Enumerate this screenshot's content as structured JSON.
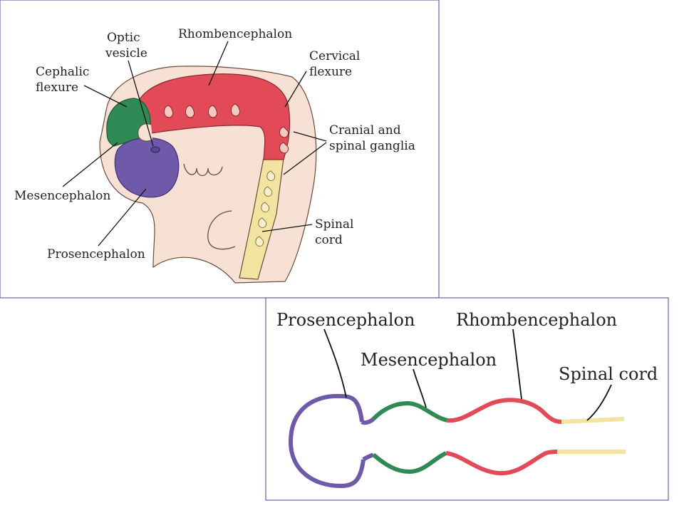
{
  "colors": {
    "prosencephalon": "#6e5aa8",
    "mesencephalon": "#2f8a55",
    "rhombencephalon": "#e24a58",
    "spinal_cord": "#f3e3a0",
    "embryo_skin": "#f7e1d4",
    "frame": "#7a5aa0"
  },
  "top_figure": {
    "labels": {
      "optic_vesicle_1": "Optic",
      "optic_vesicle_2": "vesicle",
      "rhombencephalon": "Rhombencephalon",
      "cephalic_flexure_1": "Cephalic",
      "cephalic_flexure_2": "flexure",
      "cervical_flexure_1": "Cervical",
      "cervical_flexure_2": "flexure",
      "ganglia_1": "Cranial and",
      "ganglia_2": "spinal ganglia",
      "mesencephalon": "Mesencephalon",
      "spinal_cord_1": "Spinal",
      "spinal_cord_2": "cord",
      "prosencephalon": "Prosencephalon"
    }
  },
  "bottom_figure": {
    "labels": {
      "prosencephalon": "Prosencephalon",
      "rhombencephalon": "Rhombencephalon",
      "mesencephalon": "Mesencephalon",
      "spinal_cord": "Spinal cord"
    }
  }
}
